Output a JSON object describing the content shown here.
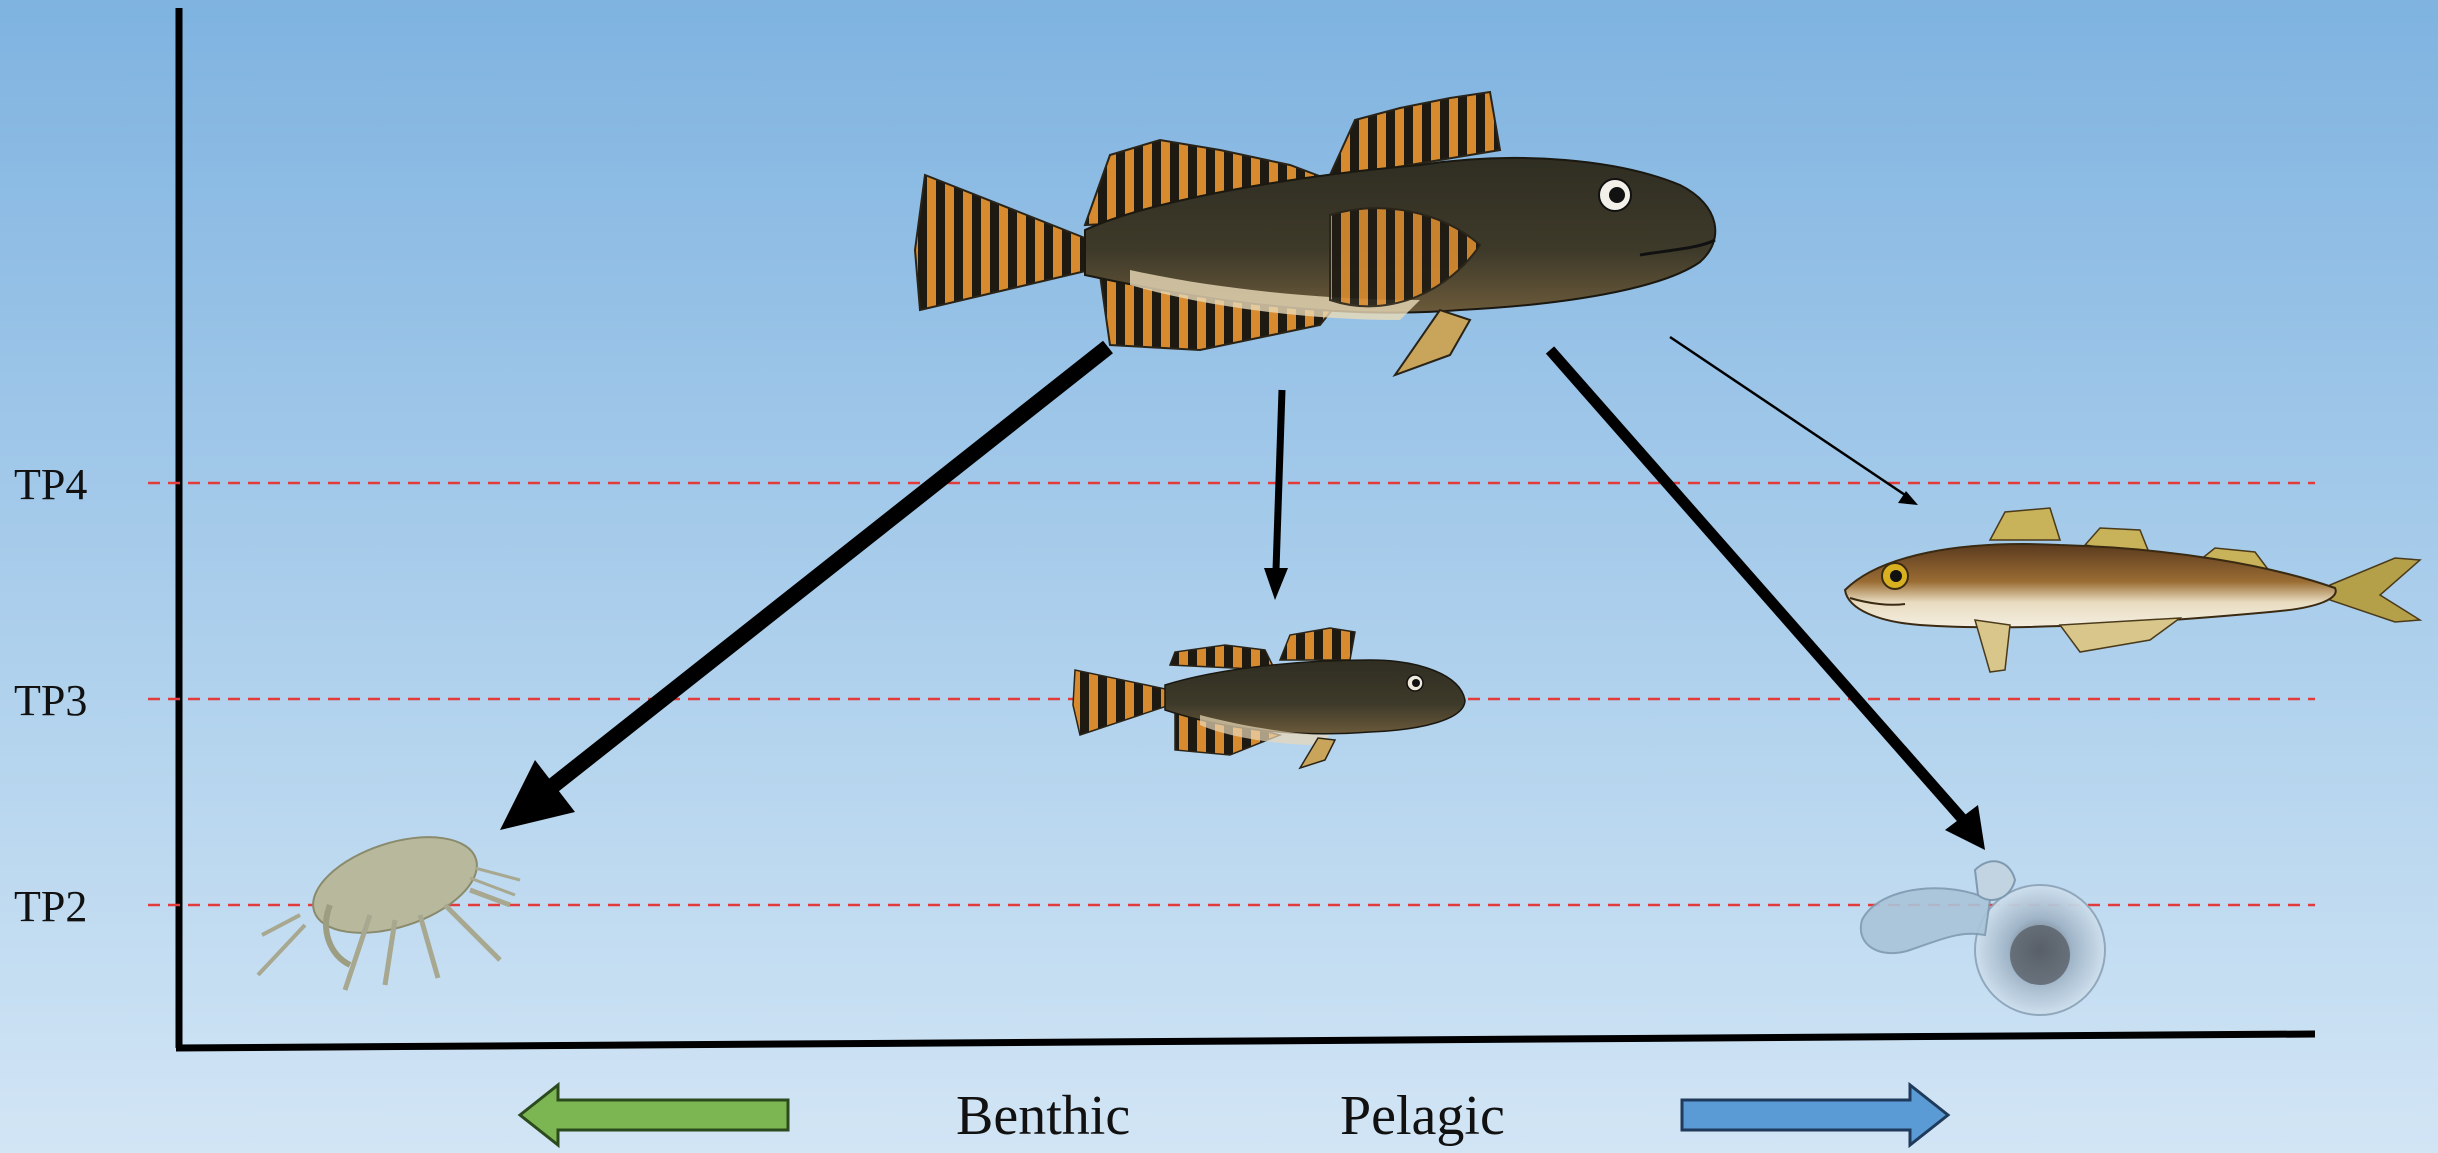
{
  "trophic_levels": [
    {
      "label": "TP4"
    },
    {
      "label": "TP3"
    },
    {
      "label": "TP2"
    }
  ],
  "habitat_axis": {
    "benthic_label": "Benthic",
    "pelagic_label": "Pelagic",
    "benthic_arrow_color": "#7cb652",
    "pelagic_arrow_color": "#5b9bd5"
  },
  "colors": {
    "guide_line": "#e23b3b",
    "axis": "#000000",
    "background_top": "#7fb3e0",
    "background_bottom": "#d2e5f5"
  },
  "organisms": [
    {
      "id": "sculpin-adult",
      "trophic": "above TP4"
    },
    {
      "id": "sculpin-juvenile",
      "trophic": "TP3"
    },
    {
      "id": "cod",
      "trophic": "between TP3 and TP4"
    },
    {
      "id": "amphipod",
      "trophic": "TP2"
    },
    {
      "id": "pteropod",
      "trophic": "TP2"
    }
  ]
}
